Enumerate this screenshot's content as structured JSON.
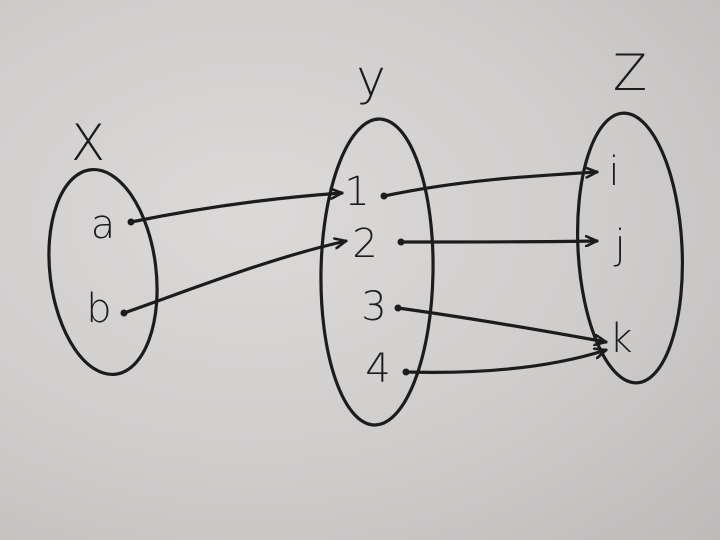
{
  "sets": [
    {
      "label": "X",
      "elements": [
        "a",
        "b"
      ]
    },
    {
      "label": "y",
      "elements": [
        "1",
        "2",
        "3",
        "4"
      ]
    },
    {
      "label": "Z",
      "elements": [
        "i",
        "j",
        "k"
      ]
    }
  ],
  "mappings": {
    "f": [
      {
        "from": "a",
        "to": "1"
      },
      {
        "from": "b",
        "to": "2"
      }
    ],
    "g": [
      {
        "from": "1",
        "to": "i"
      },
      {
        "from": "2",
        "to": "j"
      },
      {
        "from": "3",
        "to": "k"
      },
      {
        "from": "4",
        "to": "k"
      }
    ]
  },
  "colors": {
    "ink": "#1c1c1f",
    "paper": "#d6d4d3"
  }
}
